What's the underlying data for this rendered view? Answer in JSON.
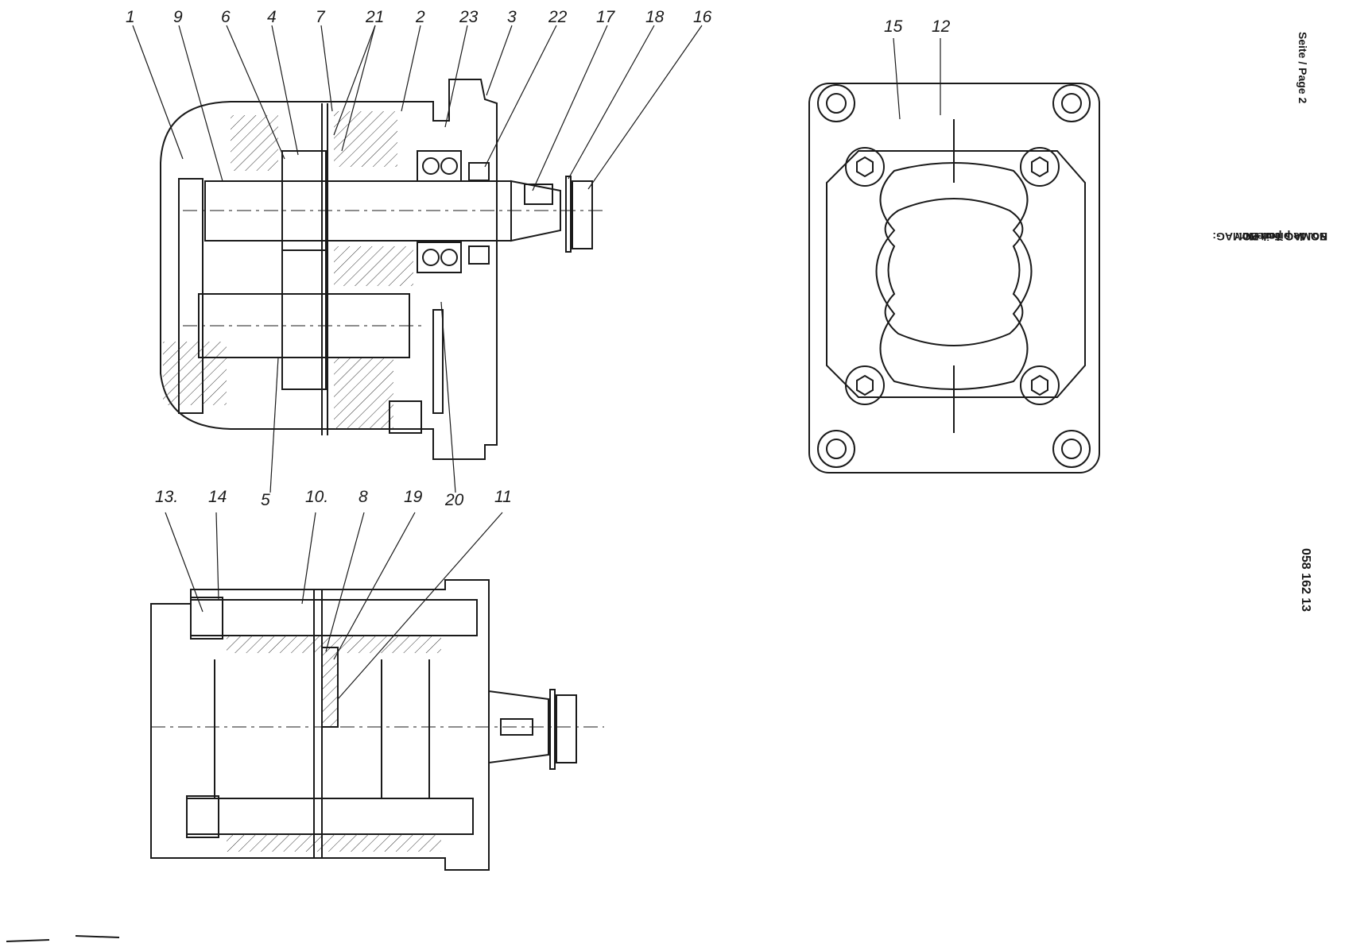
{
  "callouts": {
    "c1": "1",
    "c9": "9",
    "c6": "6",
    "c4": "4",
    "c7": "7",
    "c21": "21",
    "c2": "2",
    "c23": "23",
    "c3": "3",
    "c22": "22",
    "c17": "17",
    "c18": "18",
    "c16": "16",
    "c5": "5",
    "c20": "20",
    "c15": "15",
    "c12": "12",
    "c13": "13.",
    "c14": "14",
    "c10": "10.",
    "c8": "8",
    "c19": "19",
    "c11": "11"
  },
  "margin_text": {
    "page": "Seite / Page 2",
    "part_lines": [
      "BOMAG Teile-Nr.:",
      "BOMAG part-No.:",
      "No. de pièce BOMAG:"
    ],
    "part_number": "058 162 13"
  }
}
